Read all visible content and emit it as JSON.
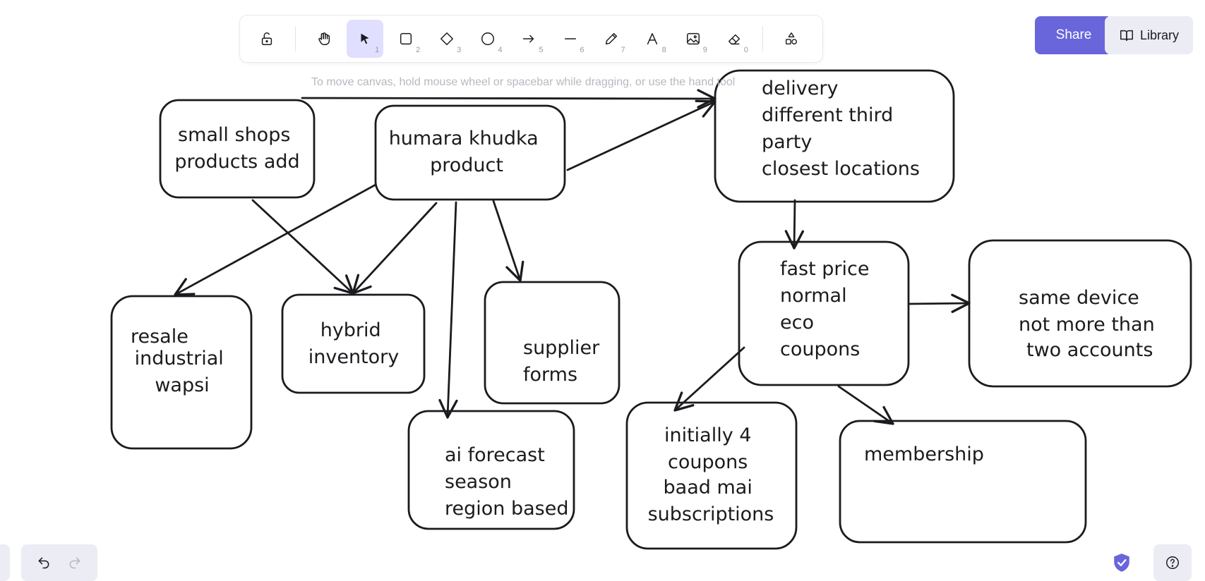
{
  "toolbar": {
    "tools": [
      {
        "name": "lock-icon",
        "key": ""
      },
      {
        "name": "hand-icon",
        "key": ""
      },
      {
        "name": "selection-icon",
        "key": "1",
        "active": true
      },
      {
        "name": "rectangle-icon",
        "key": "2"
      },
      {
        "name": "diamond-icon",
        "key": "3"
      },
      {
        "name": "ellipse-icon",
        "key": "4"
      },
      {
        "name": "arrow-icon",
        "key": "5"
      },
      {
        "name": "line-icon",
        "key": "6"
      },
      {
        "name": "pencil-icon",
        "key": "7"
      },
      {
        "name": "text-icon",
        "key": "8"
      },
      {
        "name": "image-icon",
        "key": "9"
      },
      {
        "name": "eraser-icon",
        "key": "0"
      },
      {
        "name": "more-shapes-icon",
        "key": ""
      }
    ]
  },
  "share_label": "Share",
  "library_label": "Library",
  "hint_text": "To move canvas, hold mouse wheel or spacebar while dragging, or use the hand tool",
  "accent_color": "#6965db",
  "nodes": {
    "small_shops": [
      "small shops",
      "products add"
    ],
    "humara": [
      "humara khudka",
      "product"
    ],
    "delivery": [
      "delivery",
      "different third",
      "party",
      "closest locations"
    ],
    "resale": [
      "resale",
      "industrial",
      "wapsi"
    ],
    "hybrid": [
      "hybrid",
      "inventory"
    ],
    "supplier": [
      "supplier",
      "forms"
    ],
    "ai_forecast": [
      "ai forecast",
      "season",
      "region based"
    ],
    "fast_price": [
      "fast price",
      "normal",
      "eco",
      "coupons"
    ],
    "same_device": [
      "same device",
      "not more than",
      "two accounts"
    ],
    "initially": [
      "initially 4",
      "coupons",
      "baad mai",
      "subscriptions"
    ],
    "membership": [
      "membership"
    ]
  }
}
